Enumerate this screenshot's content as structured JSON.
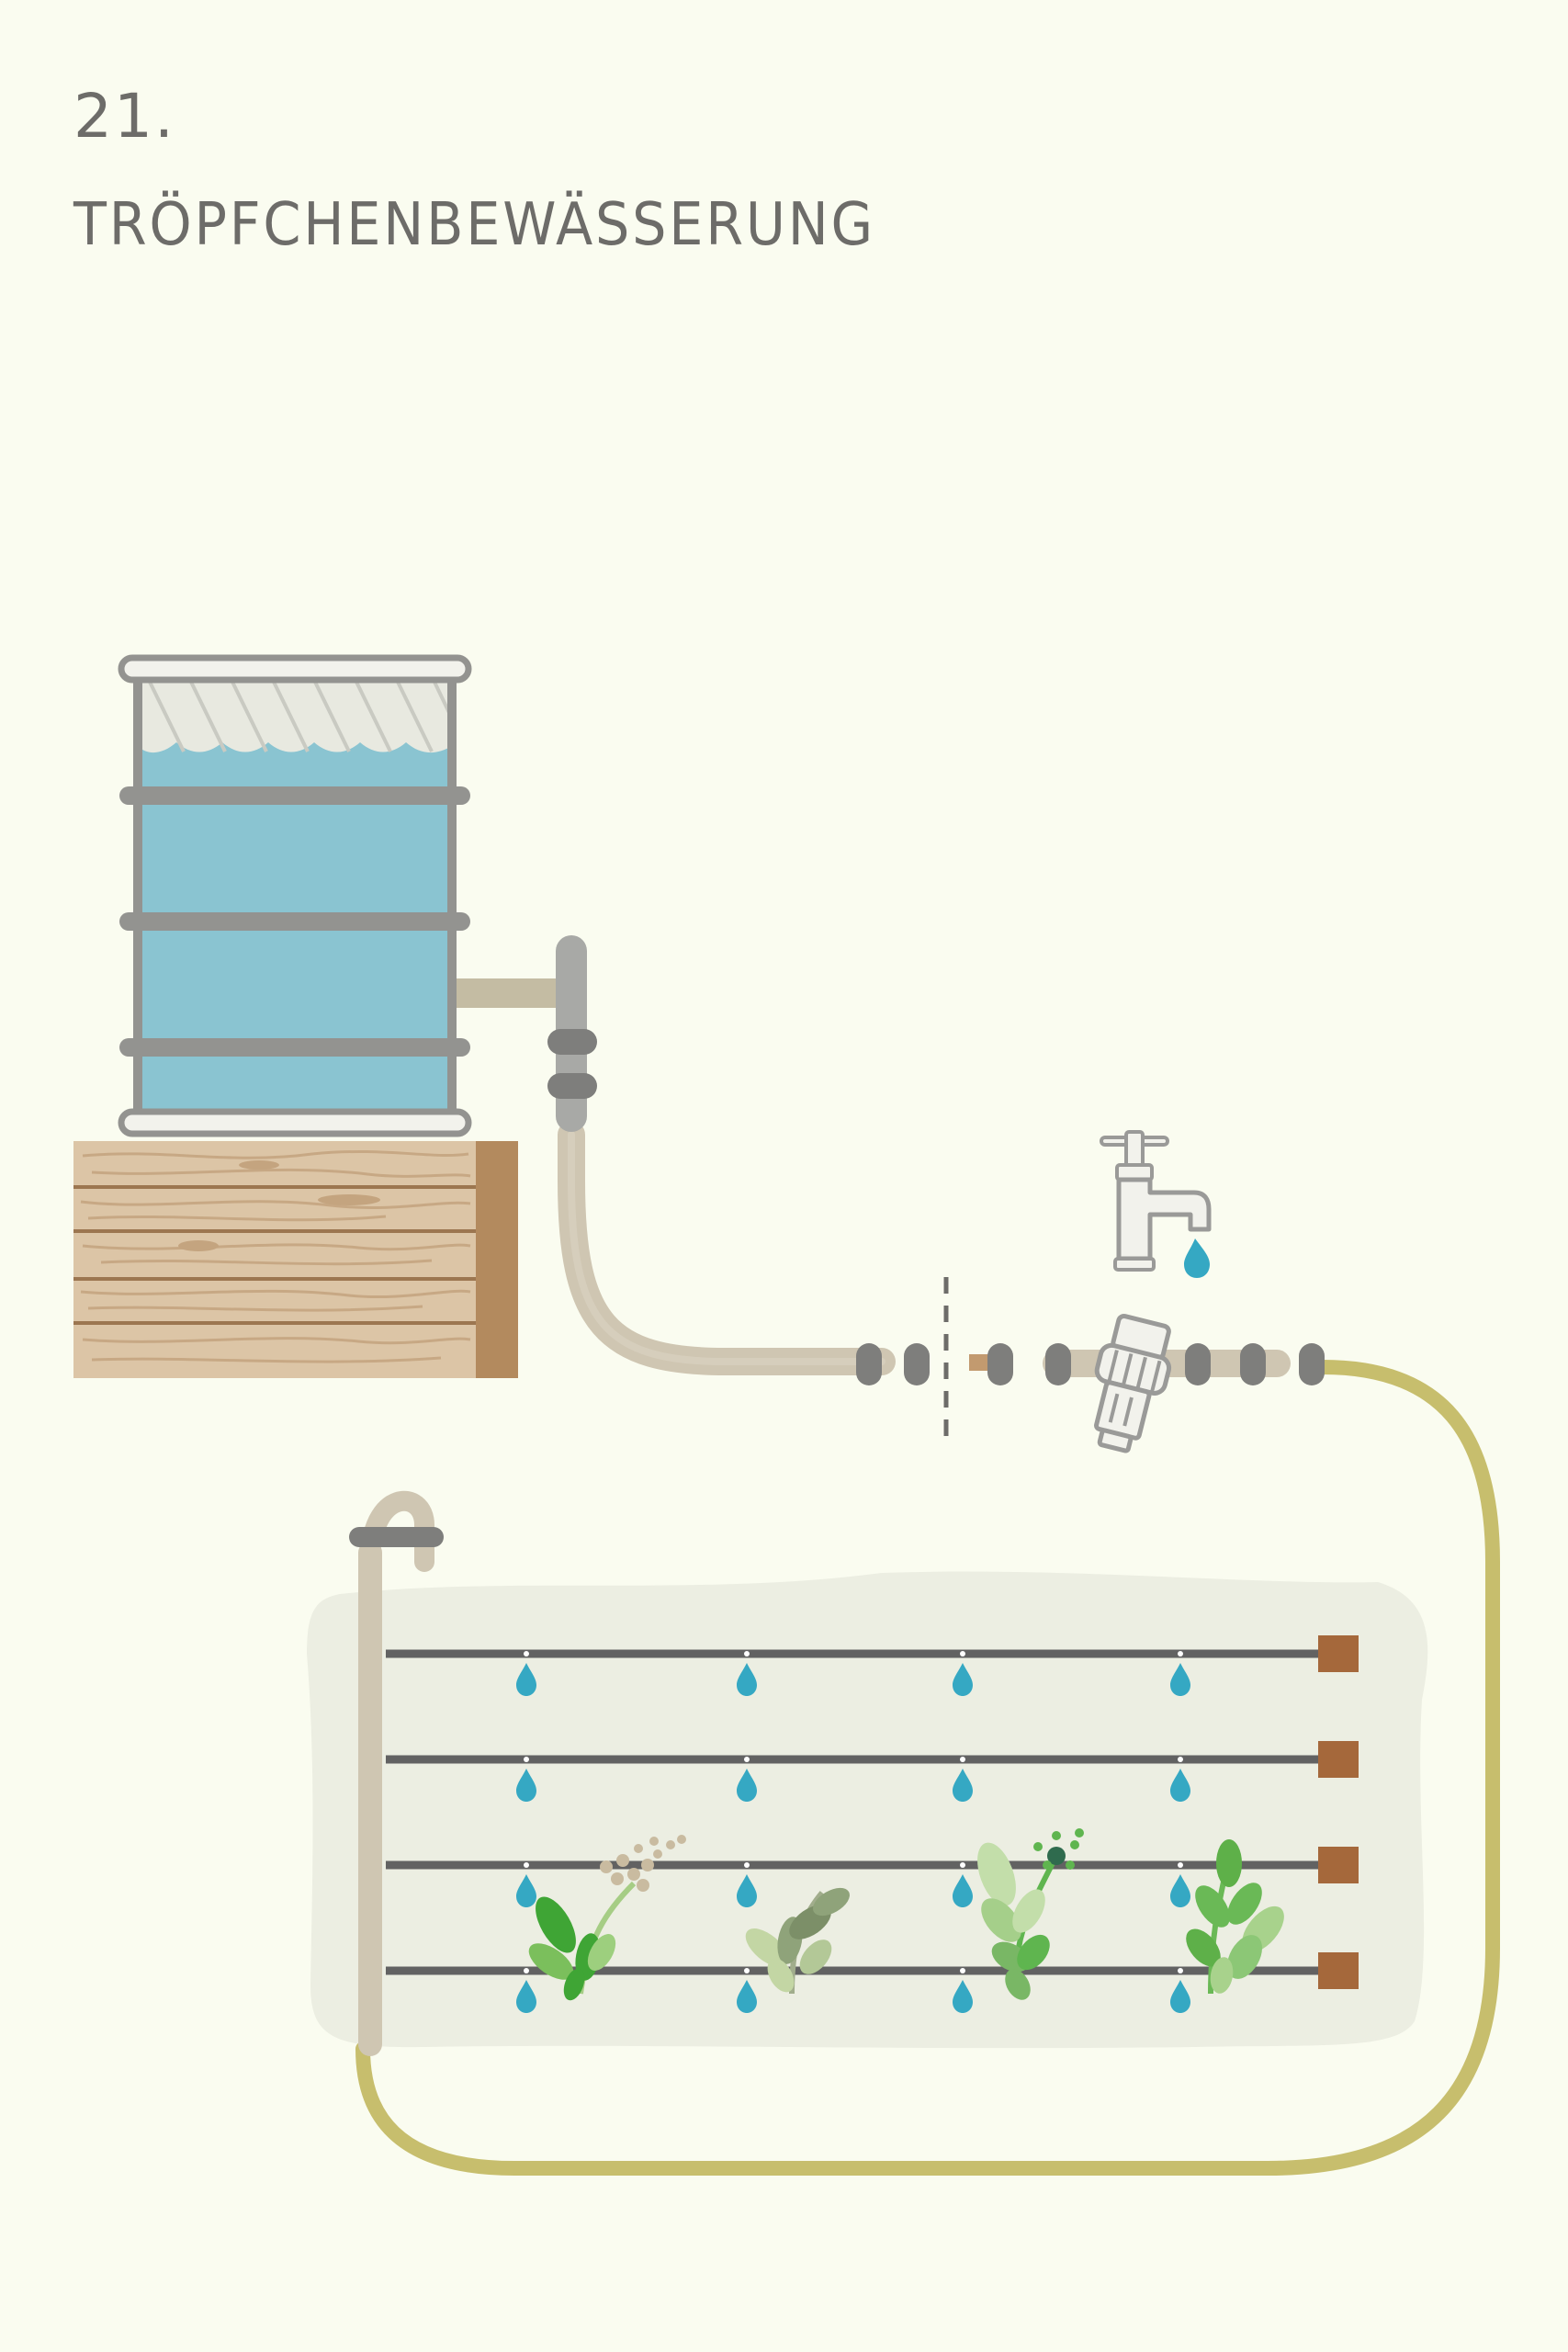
{
  "header": {
    "number": "21.",
    "title": "TRÖPFCHENBEWÄSSERUNG"
  },
  "illustration": {
    "elements": [
      "rain-barrel-icon",
      "wooden-crate-icon",
      "outlet-pipe-icon",
      "water-tap-icon",
      "hose-filter-icon",
      "garden-hose-icon",
      "drip-lines-icon",
      "plant-icon"
    ],
    "drip_lines": 4,
    "plants": 4
  },
  "colors": {
    "background": "#fafcf0",
    "text": "#6d6c69",
    "water": "#8ac4d1",
    "barrel_frame": "#939390",
    "wood": "#dcc5a6",
    "wood_end": "#b38a5e",
    "pipe_beige": "#cfc6b2",
    "hose_green": "#c7be6d",
    "drip_line": "#626262",
    "drop": "#35a8c3",
    "bed": "#eceee2",
    "end_cap": "#a5683b"
  }
}
